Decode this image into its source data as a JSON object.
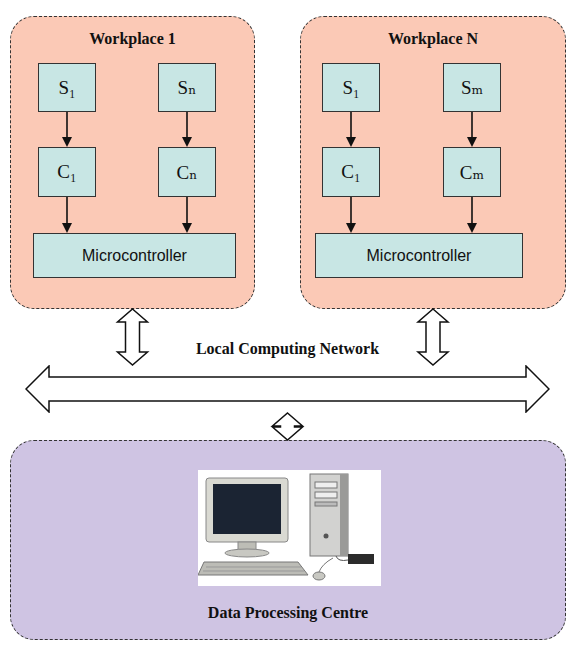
{
  "diagram": {
    "nodes": [
      {
        "text": [
          "Workplace 1"
        ]
      },
      {
        "text": [
          "S₁"
        ],
        "in": 0
      },
      {
        "text": [
          "Sₙ"
        ],
        "in": 0
      },
      {
        "text": [
          "C₁"
        ],
        "in": 0
      },
      {
        "text": [
          "Cₙ"
        ],
        "in": 0
      },
      {
        "text": [
          "Microcontroller"
        ],
        "in": 0
      },
      {
        "text": [
          "Workplace N"
        ]
      },
      {
        "text": [
          "S₁"
        ],
        "in": 6
      },
      {
        "text": [
          "Sₘ"
        ],
        "in": 6
      },
      {
        "text": [
          "C₁"
        ],
        "in": 6
      },
      {
        "text": [
          "Cₘ"
        ],
        "in": 6
      },
      {
        "text": [
          "Microcontroller"
        ],
        "in": 6
      },
      {
        "text": [
          "Local Computing Network"
        ]
      },
      {
        "text": [
          "Data Processing Centre"
        ]
      }
    ],
    "edges": [
      {
        "from": 1,
        "to": 3,
        "arrow": "to"
      },
      {
        "from": 2,
        "to": 4,
        "arrow": "to"
      },
      {
        "from": 3,
        "to": 5,
        "arrow": "to"
      },
      {
        "from": 4,
        "to": 5,
        "arrow": "to"
      },
      {
        "from": 7,
        "to": 9,
        "arrow": "to"
      },
      {
        "from": 8,
        "to": 10,
        "arrow": "to"
      },
      {
        "from": 9,
        "to": 11,
        "arrow": "to"
      },
      {
        "from": 10,
        "to": 11,
        "arrow": "to"
      },
      {
        "from": 0,
        "to": 12,
        "arrow": "both"
      },
      {
        "from": 6,
        "to": 12,
        "arrow": "both"
      },
      {
        "from": 12,
        "to": 13,
        "arrow": "both"
      }
    ]
  }
}
